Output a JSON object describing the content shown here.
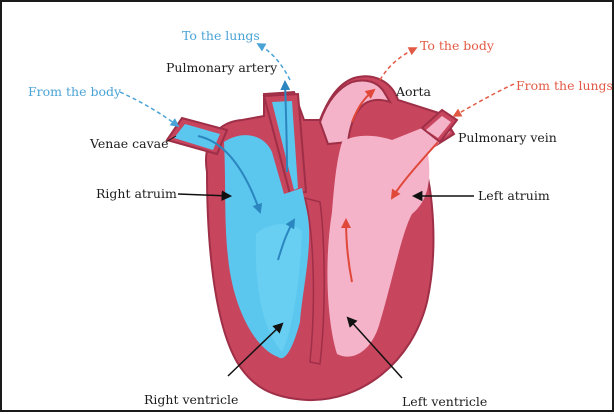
{
  "labels": {
    "to_lungs": "To the lungs",
    "pulmonary_artery": "Pulmonary artery",
    "from_body": "From the body",
    "venae_cavae": "Venae cavae",
    "right_atrium": "Right atruim",
    "right_ventricle": "Right ventricle",
    "to_body": "To the body",
    "aorta": "Aorta",
    "from_lungs": "From the lungs",
    "pulmonary_vein": "Pulmonary vein",
    "left_atrium": "Left atruim",
    "left_ventricle": "Left ventricle"
  },
  "colors": {
    "muscle": "#c8455e",
    "muscle_dark": "#9e2f47",
    "deoxygenated": "#5bc6ee",
    "oxygenated": "#f4b3c8",
    "blue_flow": "#3f8fc4",
    "red_flow": "#e04a3c",
    "label_dark": "#1c1c1c"
  }
}
